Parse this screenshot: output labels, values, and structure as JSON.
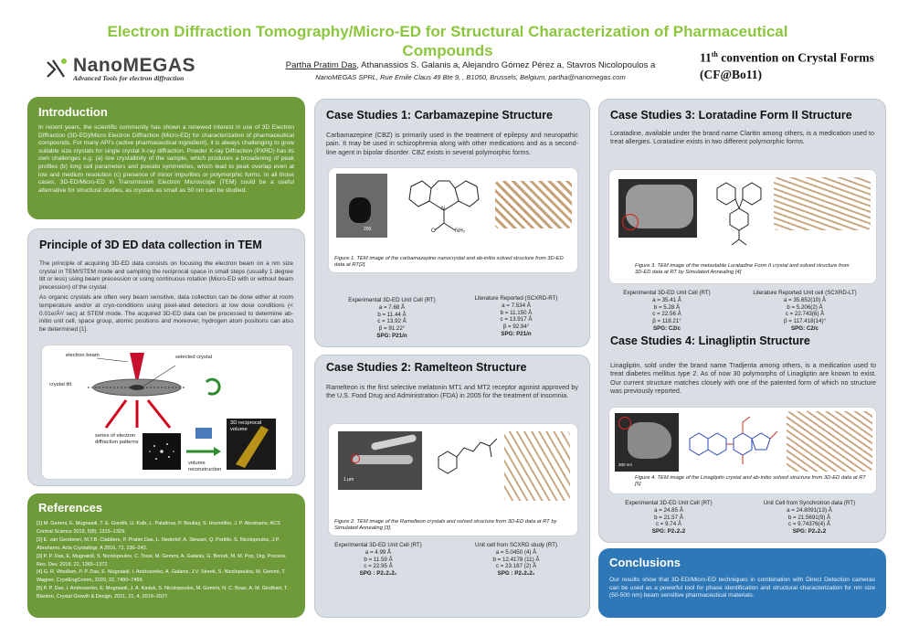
{
  "header": {
    "title": "Electron Diffraction Tomography/Micro-ED for Structural Characterization of Pharmaceutical Compounds",
    "logo_name": "NanoMEGAS",
    "logo_tagline": "Advanced Tools for electron diffraction",
    "authors_first": "Partha Pratim Das",
    "authors_rest": ", Athanassios S. Galanis a, Alejandro Gómez Pérez a, Stavros Nicolopoulos a",
    "affiliation": "NanoMEGAS SPRL, Rue Emile Claus 49 Bte 9, , B1050, Brussels, Belgium, partha@nanomegas.com",
    "convention_line1_num": "11",
    "convention_line1_sup": "th",
    "convention_line1_rest": " convention on Crystal Forms",
    "convention_line2": "(CF@Bo11)"
  },
  "introduction": {
    "heading": "Introduction",
    "text": "In recent years, the scientific community has shown a renewed interest in use of 3D Electron Diffraction (3D-ED)/Micro Electron Diffraction (Micro-ED) for characterization of pharmaceutical compounds. For many API's (active pharmaceutical ingredient), it is always challenging to grow suitable size crystals for single crystal X-ray diffraction. Powder X-ray Diffraction (PXRD) has its own challenges e.g. (a) low crystallinity of the sample, which produces a broadening of peak profiles (b) long cell parameters and pseudo symmetries, which lead to peak overlap even at low and medium resolution (c) presence of minor impurities or polymorphic forms. In all those cases, 3D-ED/Micro-ED in Transmission Electron Microscope (TEM) could be a useful alternative for structural studies, as crystals as small as 50 nm can be studied."
  },
  "principle": {
    "heading": "Principle of 3D ED data collection in TEM",
    "p1": "The principle of acquiring 3D-ED data consists on focusing the electron beam on a nm size crystal in TEM/STEM mode and sampling the reciprocal space in small steps (usually 1 degree tilt or less) using beam precession or using continuous rotation (Micro-ED with or without beam precession) of the crystal.",
    "p2": "As organic crystals are often very beam sensitive, data collection can be done either at room temperature and/or at cryo-conditions using pixel-ated detectors at low dose conditions (< 0.01e/Å²/ sec) at STEM mode. The acquired 3D-ED data can be processed to determine ab-initio unit cell, space group, atomic positions and moreover, hydrogen atom positions can also be determined [1].",
    "diagram_labels": {
      "beam": "electron beam",
      "crystal": "selected crystal",
      "tilt": "crystal tilt",
      "series": "series of electron diffraction patterns",
      "volume": "3D reciprocal volume",
      "reconstruction": "volume reconstruction"
    }
  },
  "references": {
    "heading": "References",
    "items": [
      "[1] M. Gemmi, E. Mugnaioli, T. E. Gorelik, U. Kolb, L. Palatinus, P. Boullay, S. Hovmöller, J. P. Abrahams. ACS Central Science 2019, 5(8), 1315–1329.",
      "[2] E. van Genderen, M.T.B. Clabbers, P. Pratim Das, L. Nederlof, A. Stewart, Q. Portillo, S. Nicolopoulos, J.P. Abrahams, Acta Crystallogr. A 2016, 72, 236–242.",
      "[3] P. P. Das, E. Mugnaioli, S. Nicolopoulos, C. Tossi, M. Gemmi, A. Galanis, G. Borodi, M. M. Pop, Org. Process Res. Dev. 2018, 22, 1365–1372.",
      "[4] G. R. Woollam, P. P. Das, E. Mugnaioli, I. Andrusenko, A. Galanis, J.V. Streek, S. Nicolopoulos, M. Gemmi, T. Wagner, CrystEngComm, 2020, 22, 7490–7499.",
      "[5] P. P. Das, I. Andrusenko, E. Mugnaioli, J. A. Kaduk, S. Nicolopoulos, M. Gemmi, N. C. Boaz, A. M. Gindhart, T. Blanton, Crystal Growth & Design, 2021, 21, 4, 2019–2027."
    ]
  },
  "case1": {
    "heading": "Case Studies 1: Carbamazepine Structure",
    "text": "Carbamazepine (CBZ) is primarily used in the treatment of epilepsy and neuropathic pain. It may be used in schizophrenia along with other medications and as a second-line agent in bipolar disorder. CBZ exists in several polymorphic forms.",
    "scale": "200",
    "nh2": "NH₂",
    "o": "O",
    "n": "N",
    "caption": "Figure 1. TEM image of the carbamazepine nanocrystal and ab-initio solved structure from 3D-ED data at RT[2].",
    "exp_title": "Experimental 3D-ED Unit Cell (RT)",
    "exp": [
      "a = 7.68 Å",
      "b = 11.44 Å",
      "c = 13.92 Å",
      "β = 91.22°"
    ],
    "exp_spg": "SPG: P21/n",
    "lit_title": "Literature Reported (SCXRD-RT)",
    "lit": [
      "a = 7.534 Å",
      "b = 11.150 Å",
      "c = 13.917 Å",
      "β = 92.94°"
    ],
    "lit_spg": "SPG: P21/n"
  },
  "case2": {
    "heading": "Case Studies 2: Ramelteon Structure",
    "text": "Ramelteon is the first selective melatonin MT1 and MT2 receptor agonist approved by the U.S. Food Drug and Administration (FDA) in 2005 for the treatment of insomnia.",
    "scale": "1 μm",
    "caption": "Figure 2. TEM image of the Ramelteon crystals and solved structure from 3D-ED data at RT by Simulated Annealing [3].",
    "exp_title": "Experimental 3D-ED Unit Cell (RT)",
    "exp": [
      "a = 4.99 Å",
      "b = 11.59 Å",
      "c = 22.95 Å"
    ],
    "exp_spg": "SPG : P2₁2₁2₁",
    "lit_title": "Unit cell from SCXRD study (RT)",
    "lit": [
      "a = 5.0450 (4) Å",
      "b = 12.4178 (11) Å",
      "c = 23.187 (2) Å"
    ],
    "lit_spg": "SPG : P2₁2₁2₁"
  },
  "case3": {
    "heading": "Case Studies 3: Loratadine Form II Structure",
    "text": "Loratadine, available under the brand name Claritin among others, is a medication used to treat allergies. Loratadine exists in two different polymorphic forms.",
    "caption": "Figure 3. TEM image of the metastable Loratadine Form II crystal and solved structure from 3D-ED data at RT by Simulated Annealing [4]",
    "exp_title": "Experimental 3D-ED Unit Cell (RT)",
    "exp": [
      "a = 35.41 Å",
      "b = 5.28 Å",
      "c = 22.56 Å",
      "β = 118.21°"
    ],
    "exp_spg": "SPG: C2/c",
    "lit_title": "Literature Reported Unit cell (SCXRD-LT)",
    "lit": [
      "a = 35.652(10) Å",
      "b = 5.206(2) Å",
      "c = 22.743(6) Å",
      "β = 117.418(14)°"
    ],
    "lit_spg": "SPG: C2/c"
  },
  "case4": {
    "heading": "Case Studies 4: Linagliptin Structure",
    "text": "Linagliptin, sold under the brand name Tradjenta among others, is a medication used to treat diabetes mellitus type 2. As of now 30 polymorphs of Linagliptin are known to exist. Our current structure matches closely with one of the patented form of which no structure was previously reported.",
    "scale": "300 nm",
    "caption": "Figure 4. TEM image of the Linagliptin crystal and ab-initio solved structure from 3D-ED data at RT [5]",
    "exp_title": "Experimental 3D-ED Unit Cell (RT)",
    "exp": [
      "a = 24.85 Å",
      "b = 21.57 Å",
      "c = 9.74 Å"
    ],
    "exp_spg": "SPG: P2₁2₁2",
    "lit_title": "Unit Cell from Synchrotron data (RT)",
    "lit": [
      "a = 24.8091(13) Å",
      "b = 21.5691(9) Å",
      "c = 9.74376(4) Å"
    ],
    "lit_spg": "SPG: P2₁2₁2"
  },
  "conclusions": {
    "heading": "Conclusions",
    "text": "Our results show that 3D-ED/Micro-ED techniques in combination with Direct Detection cameras can be used as a powerful tool for phase identification and structural characterization for nm size (50-500 nm) beam sensitive pharmaceutical materials."
  }
}
